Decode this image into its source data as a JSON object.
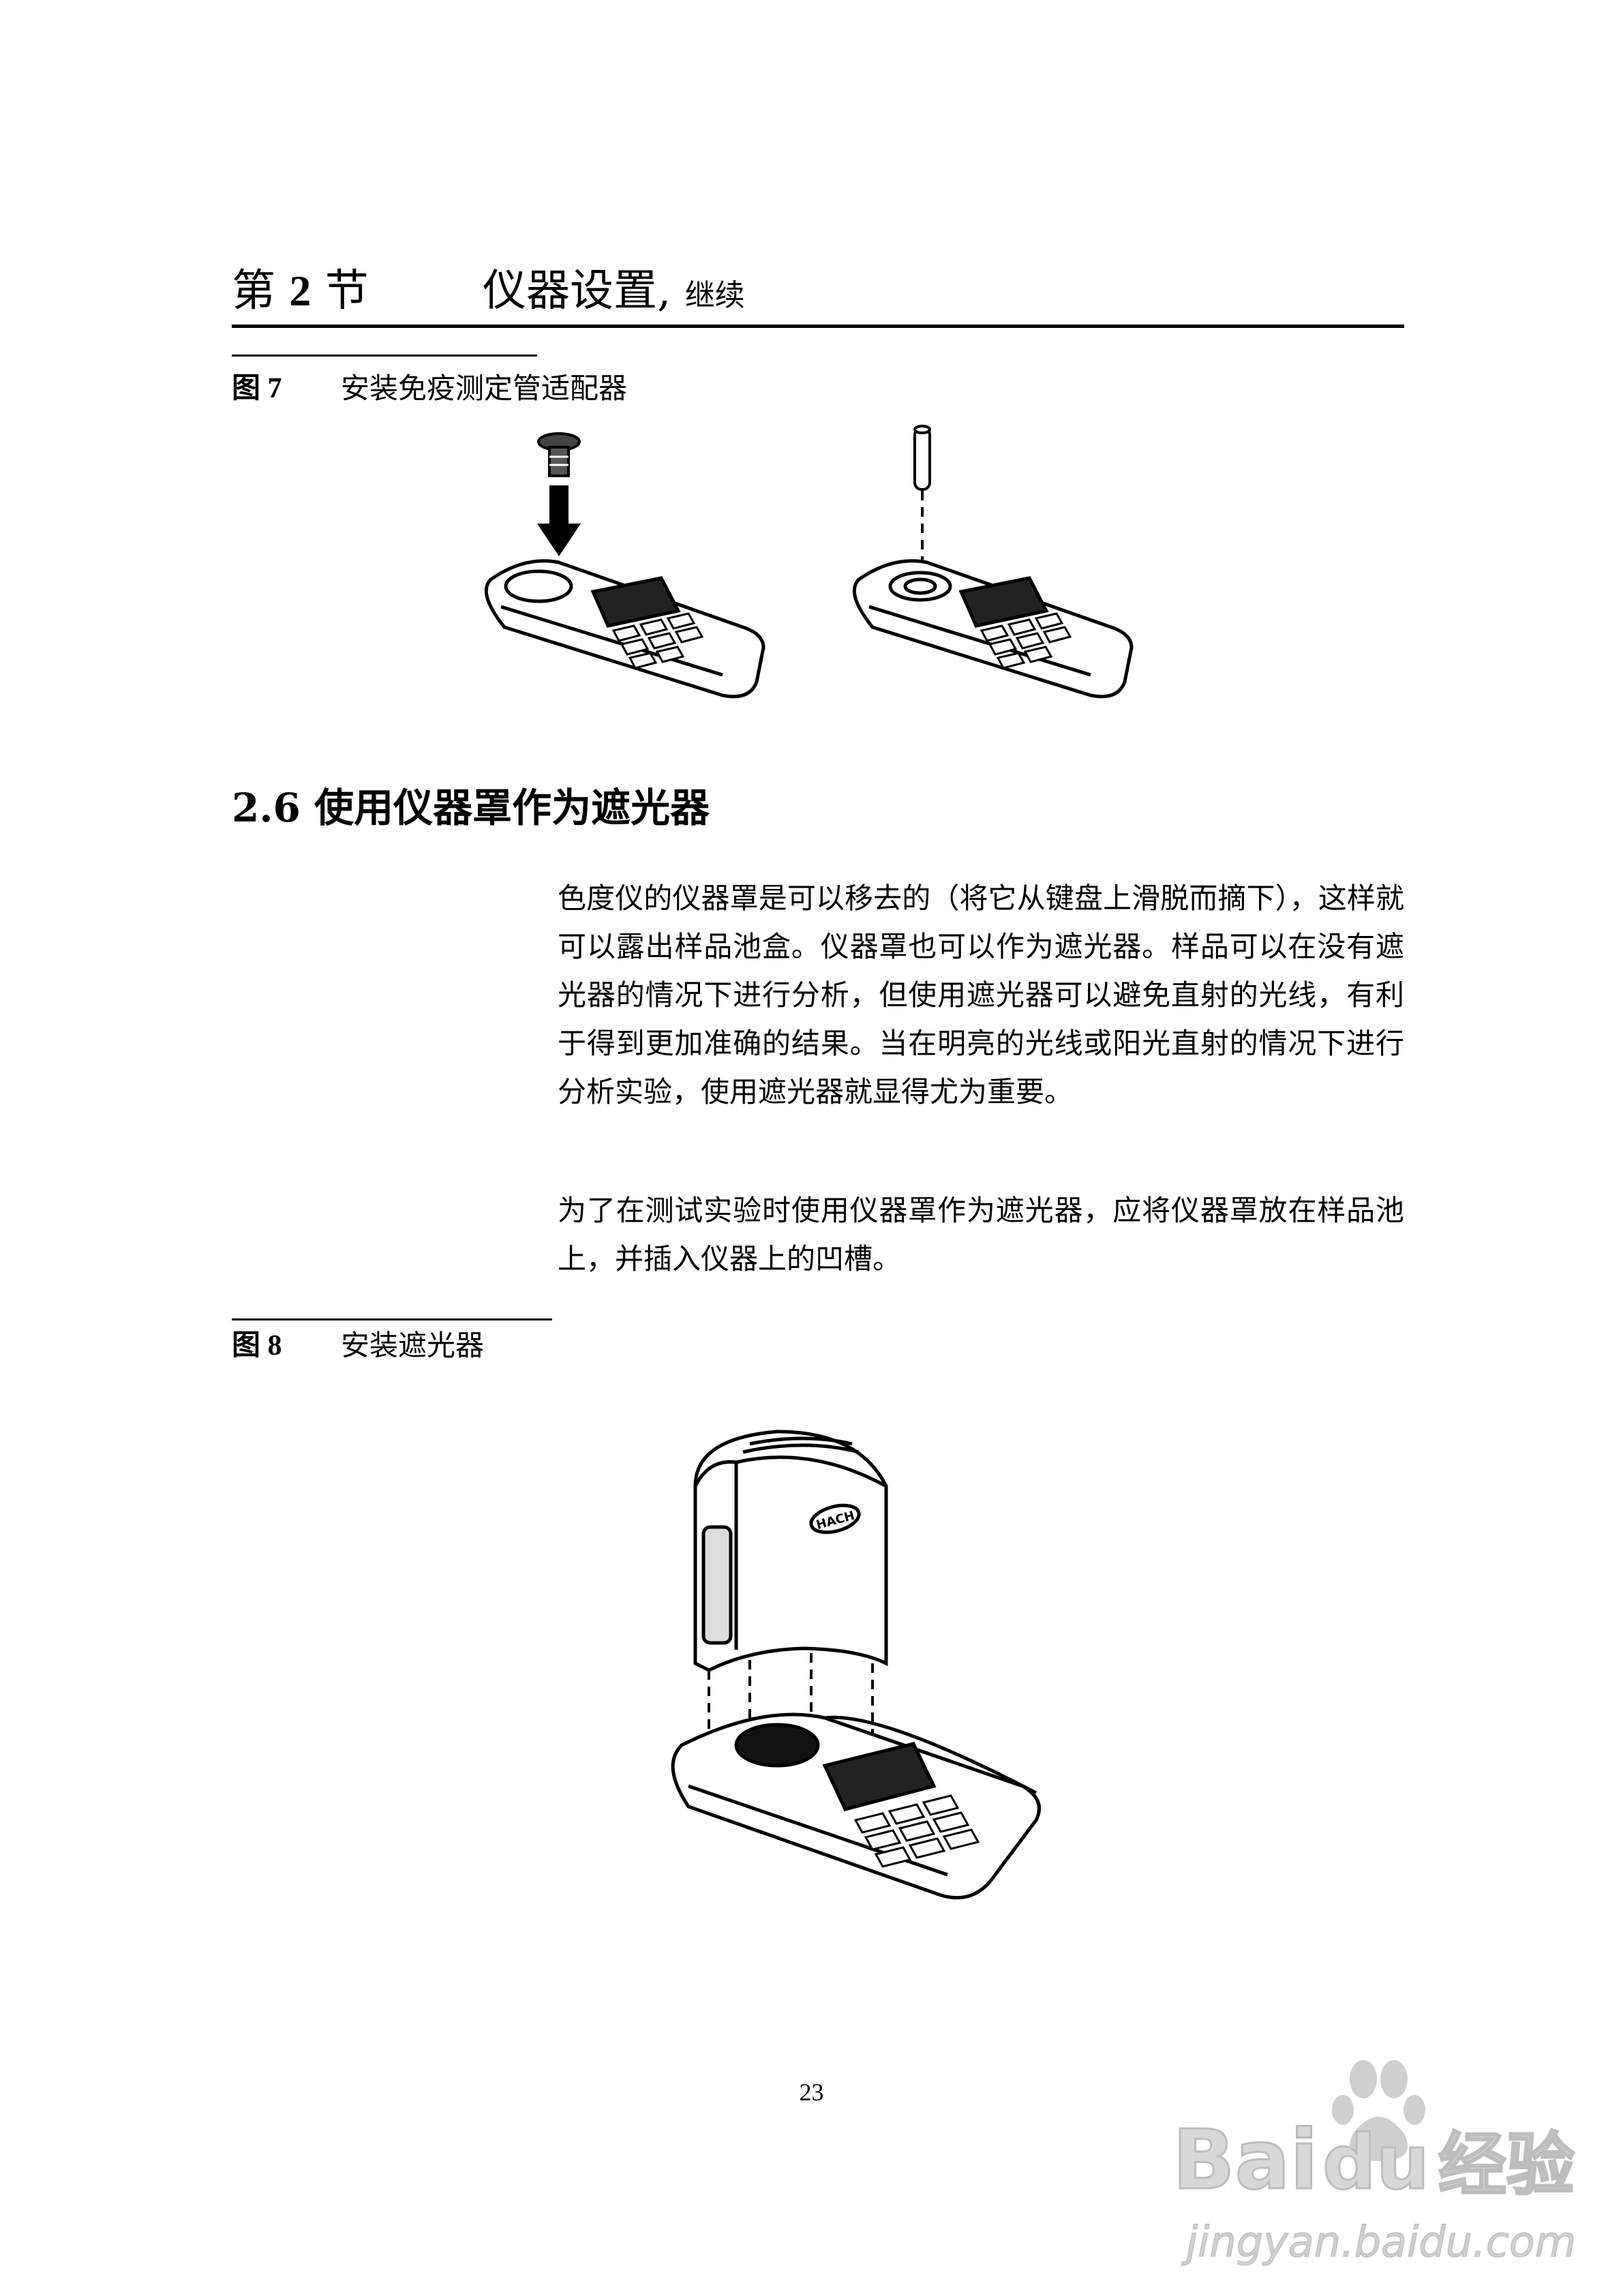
{
  "header": {
    "section_prefix": "第",
    "section_number": "2",
    "section_suffix": "节",
    "title": "仪器设置,",
    "continued": "继续"
  },
  "figure7": {
    "label": "图 7",
    "caption": "安装免疫测定管适配器"
  },
  "section_2_6": {
    "heading": "2.6 使用仪器罩作为遮光器",
    "paragraph1": "色度仪的仪器罩是可以移去的（将它从键盘上滑脱而摘下），这样就可以露出样品池盒。仪器罩也可以作为遮光器。样品可以在没有遮光器的情况下进行分析，但使用遮光器可以避免直射的光线，有利于得到更加准确的结果。当在明亮的光线或阳光直射的情况下进行分析实验，使用遮光器就显得尤为重要。",
    "paragraph2": "为了在测试实验时使用仪器罩作为遮光器，应将仪器罩放在样品池上，并插入仪器上的凹槽。"
  },
  "figure8": {
    "label": "图 8",
    "caption": "安装遮光器",
    "cap_logo": "HACH"
  },
  "page_number": "23",
  "watermark": {
    "brand_a": "Bai",
    "brand_b": "du",
    "brand_c": "经验",
    "url": "jingyan.baidu.com"
  }
}
